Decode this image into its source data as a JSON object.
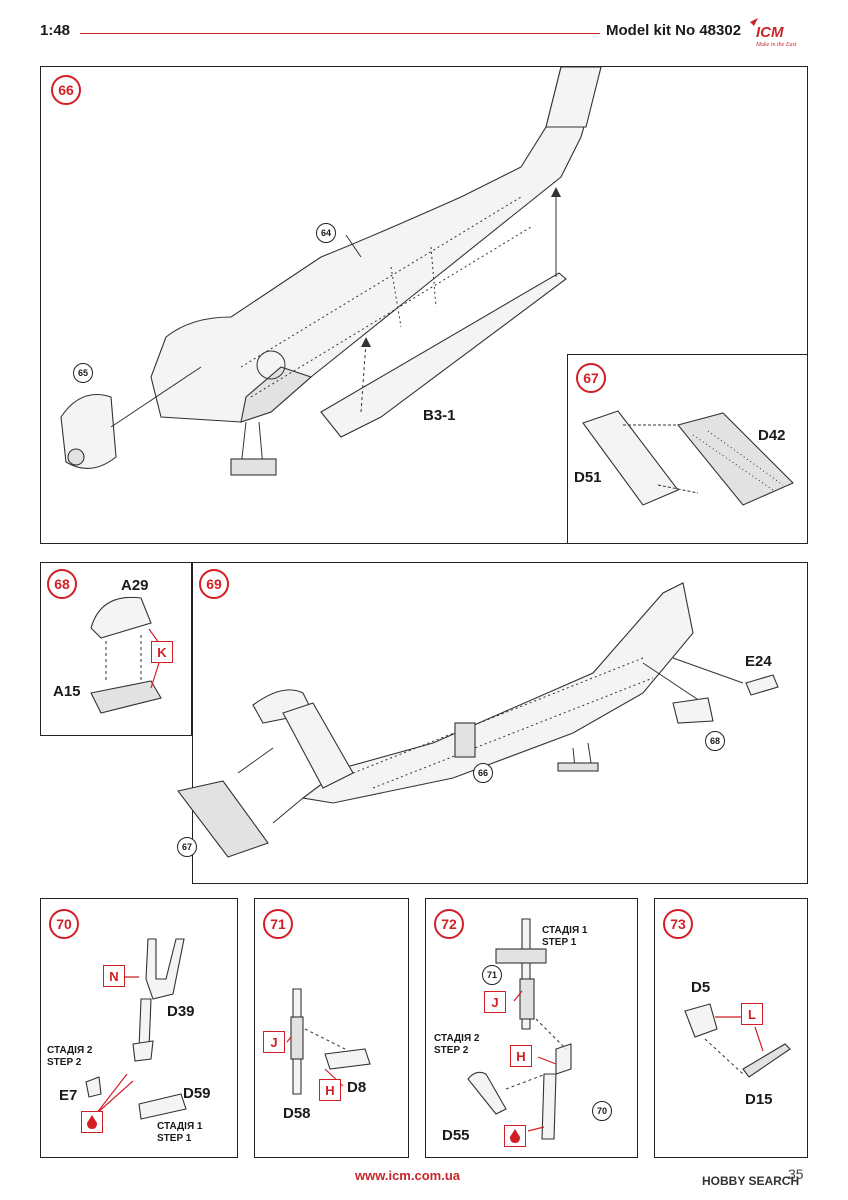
{
  "header": {
    "scale": "1:48",
    "model": "Model kit No 48302",
    "logo": "ICM",
    "logo_tagline": "Make in the East"
  },
  "steps": {
    "s66": {
      "number": "66",
      "ref_a": "64",
      "ref_b": "65",
      "part": "B3-1"
    },
    "s67": {
      "number": "67",
      "part_a": "D42",
      "part_b": "D51"
    },
    "s68": {
      "number": "68",
      "part_a": "A29",
      "part_b": "A15",
      "flag": "K"
    },
    "s69": {
      "number": "69",
      "part": "E24",
      "ref_a": "68",
      "ref_b": "66",
      "ref_c": "67"
    },
    "s70": {
      "number": "70",
      "flag": "N",
      "part_a": "D39",
      "stage2_ua": "СТАДІЯ 2",
      "stage2_en": "STEP 2",
      "part_b": "E7",
      "part_c": "D59",
      "stage1_ua": "СТАДІЯ 1",
      "stage1_en": "STEP 1"
    },
    "s71": {
      "number": "71",
      "flag_a": "J",
      "flag_b": "H",
      "part_a": "D8",
      "part_b": "D58"
    },
    "s72": {
      "number": "72",
      "stage1_ua": "СТАДІЯ 1",
      "stage1_en": "STEP 1",
      "ref_a": "71",
      "flag_a": "J",
      "stage2_ua": "СТАДІЯ 2",
      "stage2_en": "STEP 2",
      "flag_b": "H",
      "part": "D55",
      "ref_b": "70"
    },
    "s73": {
      "number": "73",
      "part_a": "D5",
      "flag": "L",
      "part_b": "D15"
    }
  },
  "footer": {
    "url": "www.icm.com.ua",
    "page": "35",
    "watermark": "HOBBY SEARCH"
  }
}
